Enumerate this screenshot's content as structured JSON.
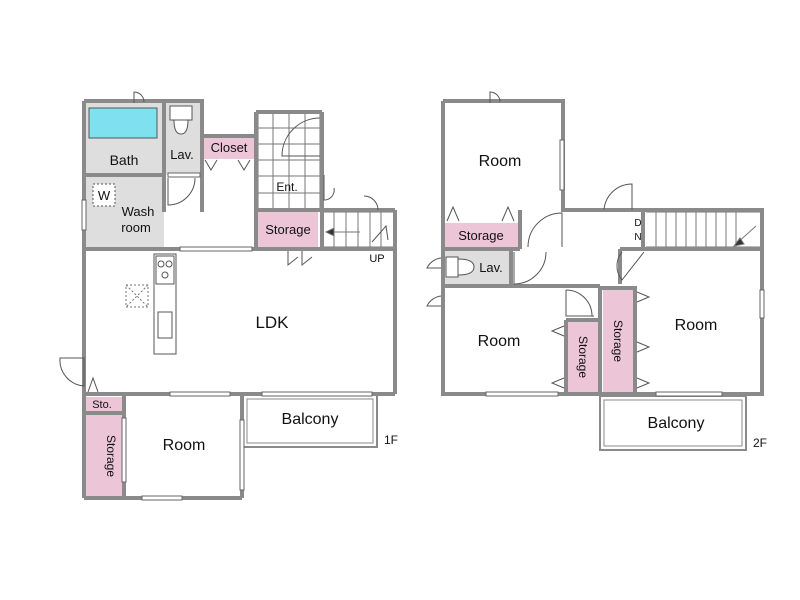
{
  "floor1": {
    "label": "1F",
    "rooms": {
      "bath": "Bath",
      "lav": "Lav.",
      "closet": "Closet",
      "ent": "Ent.",
      "wash_line1": "Wash",
      "wash_line2": "room",
      "washer": "W",
      "storage": "Storage",
      "ldk": "LDK",
      "up": "UP",
      "sto": "Sto.",
      "storage_vertical": "Storage",
      "room": "Room",
      "balcony": "Balcony"
    }
  },
  "floor2": {
    "label": "2F",
    "rooms": {
      "room_top": "Room",
      "storage_top": "Storage",
      "lav": "Lav.",
      "dn_d": "D",
      "dn_n": "N",
      "room_left": "Room",
      "storage_small": "Storage",
      "storage_tall": "Storage",
      "room_right": "Room",
      "balcony": "Balcony"
    }
  },
  "colors": {
    "wall": "#8a8a8a",
    "storage": "#ecc6d6",
    "wet_area": "#dedede",
    "bathtub": "#7fe0f0"
  }
}
